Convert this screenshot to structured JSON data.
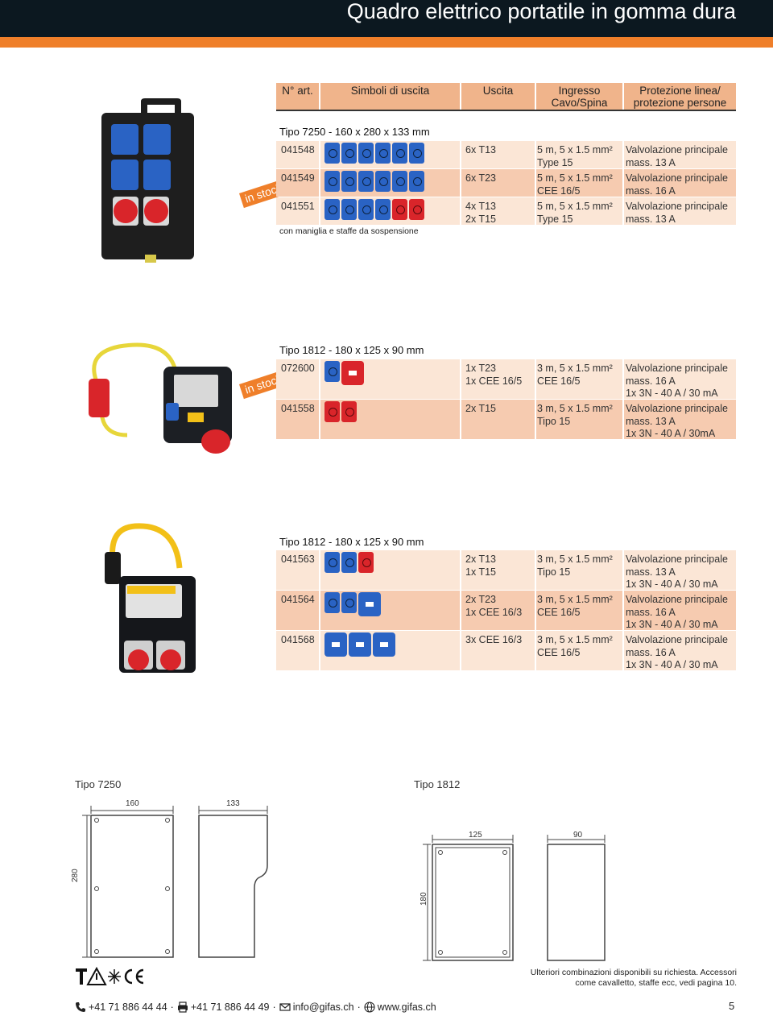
{
  "header": {
    "title": "Quadro elettrico portatile in gomma dura"
  },
  "table_header": {
    "art": "N° art.",
    "symbols": "Simboli di uscita",
    "output": "Uscita",
    "input_line1": "Ingresso",
    "input_line2": "Cavo/Spina",
    "protection_line1": "Protezione linea/",
    "protection_line2": "protezione persone"
  },
  "stock_label": "in stock",
  "section1": {
    "title": "Tipo 7250 - 160 x 280 x 133 mm",
    "note": "con maniglia e staffe da sospensione",
    "rows": [
      {
        "art": "041548",
        "out1": "6x T13",
        "out2": "",
        "in1": "5 m, 5 x 1.5 mm²",
        "in2": "Type 15",
        "prot1": "Valvolazione principale",
        "prot2": "mass. 13 A",
        "prot3": ""
      },
      {
        "art": "041549",
        "out1": "6x T23",
        "out2": "",
        "in1": "5 m, 5 x 1.5 mm²",
        "in2": "CEE 16/5",
        "prot1": "Valvolazione principale",
        "prot2": "mass. 16 A",
        "prot3": ""
      },
      {
        "art": "041551",
        "out1": "4x T13",
        "out2": "2x T15",
        "in1": "5 m, 5 x 1.5 mm²",
        "in2": "Type 15",
        "prot1": "Valvolazione principale",
        "prot2": "mass. 13 A",
        "prot3": ""
      }
    ]
  },
  "section2": {
    "title": "Tipo 1812 - 180 x 125 x 90 mm",
    "rows": [
      {
        "art": "072600",
        "out1": "1x T23",
        "out2": "1x CEE 16/5",
        "in1": "3 m, 5 x 1.5 mm²",
        "in2": "CEE 16/5",
        "prot1": "Valvolazione principale",
        "prot2": "mass. 16 A",
        "prot3": "1x 3N - 40 A / 30 mA"
      },
      {
        "art": "041558",
        "out1": "2x T15",
        "out2": "",
        "in1": "3 m, 5 x 1.5 mm²",
        "in2": "Tipo 15",
        "prot1": "Valvolazione principale",
        "prot2": "mass. 13 A",
        "prot3": "1x 3N - 40 A / 30mA"
      }
    ]
  },
  "section3": {
    "title": "Tipo 1812 - 180 x 125 x 90 mm",
    "rows": [
      {
        "art": "041563",
        "out1": "2x T13",
        "out2": "1x T15",
        "in1": "3 m, 5 x 1.5 mm²",
        "in2": "Tipo 15",
        "prot1": "Valvolazione principale",
        "prot2": "mass. 13 A",
        "prot3": "1x 3N - 40 A / 30 mA"
      },
      {
        "art": "041564",
        "out1": "2x T23",
        "out2": "1x CEE 16/3",
        "in1": "3 m, 5 x 1.5 mm²",
        "in2": "CEE 16/5",
        "prot1": "Valvolazione principale",
        "prot2": "mass. 16 A",
        "prot3": "1x 3N - 40 A / 30 mA"
      },
      {
        "art": "041568",
        "out1": "3x CEE 16/3",
        "out2": "",
        "in1": "3 m, 5 x 1.5 mm²",
        "in2": "CEE 16/5",
        "prot1": "Valvolazione principale",
        "prot2": "mass. 16 A",
        "prot3": "1x 3N - 40 A / 30 mA"
      }
    ]
  },
  "drawings": {
    "left_label": "Tipo 7250",
    "right_label": "Tipo 1812",
    "left_w": "160",
    "left_d": "133",
    "left_h": "280",
    "right_w": "125",
    "right_d": "90",
    "right_h": "180"
  },
  "footer": {
    "note_line1": "Ulteriori combinazioni disponibili su richiesta. Accessori",
    "note_line2": "come cavalletto, staffe ecc, vedi pagina 10.",
    "phone": "+41 71 886 44 44",
    "fax": "+41 71 886 44 49",
    "email": "info@gifas.ch",
    "web": "www.gifas.ch",
    "sep": "·",
    "page": "5"
  },
  "colors": {
    "accent": "#ef7f2a",
    "header_bg": "#0c1820",
    "row_light": "#fbe6d6",
    "row_dark": "#f6cbb0",
    "socket_blue": "#2a63c4",
    "socket_red": "#d9252a"
  }
}
